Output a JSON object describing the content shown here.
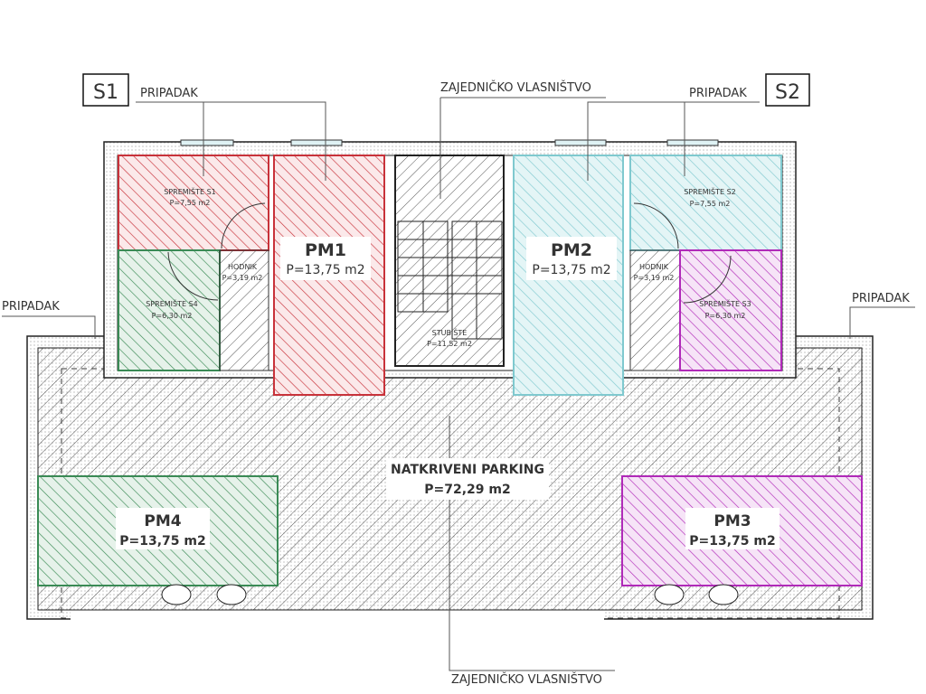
{
  "colors": {
    "red": "#c8323a",
    "green": "#3a8a55",
    "cyan": "#7fc9cf",
    "magenta": "#b02ab8",
    "grey": "#444444"
  },
  "markers": {
    "s1": "S1",
    "s2": "S2"
  },
  "annotations": {
    "pripadak_s1": "PRIPADAK",
    "pripadak_s2": "PRIPADAK",
    "pripadak_left": "PRIPADAK",
    "pripadak_right": "PRIPADAK",
    "common_top": "ZAJEDNIČKO VLASNIŠTVO",
    "common_bottom": "ZAJEDNIČKO VLASNIŠTVO"
  },
  "rooms": {
    "s1": {
      "name": "SPREMIŠTE S1",
      "area": "P=7,55 m2"
    },
    "s4": {
      "name": "SPREMIŠTE S4",
      "area": "P=6,30 m2"
    },
    "hodnik_left": {
      "name": "HODNIK",
      "area": "P=3,19 m2"
    },
    "pm1": {
      "name": "PM1",
      "area": "P=13,75 m2"
    },
    "stubiste": {
      "name": "STUBIŠTE",
      "area": "P=11,52 m2"
    },
    "pm2": {
      "name": "PM2",
      "area": "P=13,75 m2"
    },
    "s2": {
      "name": "SPREMIŠTE S2",
      "area": "P=7,55 m2"
    },
    "hodnik_right": {
      "name": "HODNIK",
      "area": "P=3,19 m2"
    },
    "s3": {
      "name": "SPREMIŠTE S3",
      "area": "P=6,30 m2"
    },
    "parking": {
      "name": "NATKRIVENI PARKING",
      "area": "P=72,29 m2"
    },
    "pm4": {
      "name": "PM4",
      "area": "P=13,75 m2"
    },
    "pm3": {
      "name": "PM3",
      "area": "P=13,75 m2"
    }
  }
}
